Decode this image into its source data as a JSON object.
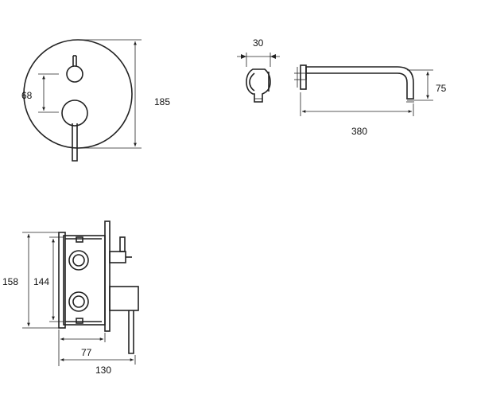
{
  "dimensions": {
    "front_plate_diameter": "185",
    "front_knob_spacing": "68",
    "spout_offset_width": "30",
    "spout_height": "75",
    "spout_length": "380",
    "body_outer_height": "158",
    "body_inner_height": "144",
    "body_depth_inner": "77",
    "body_depth_total": "130"
  }
}
